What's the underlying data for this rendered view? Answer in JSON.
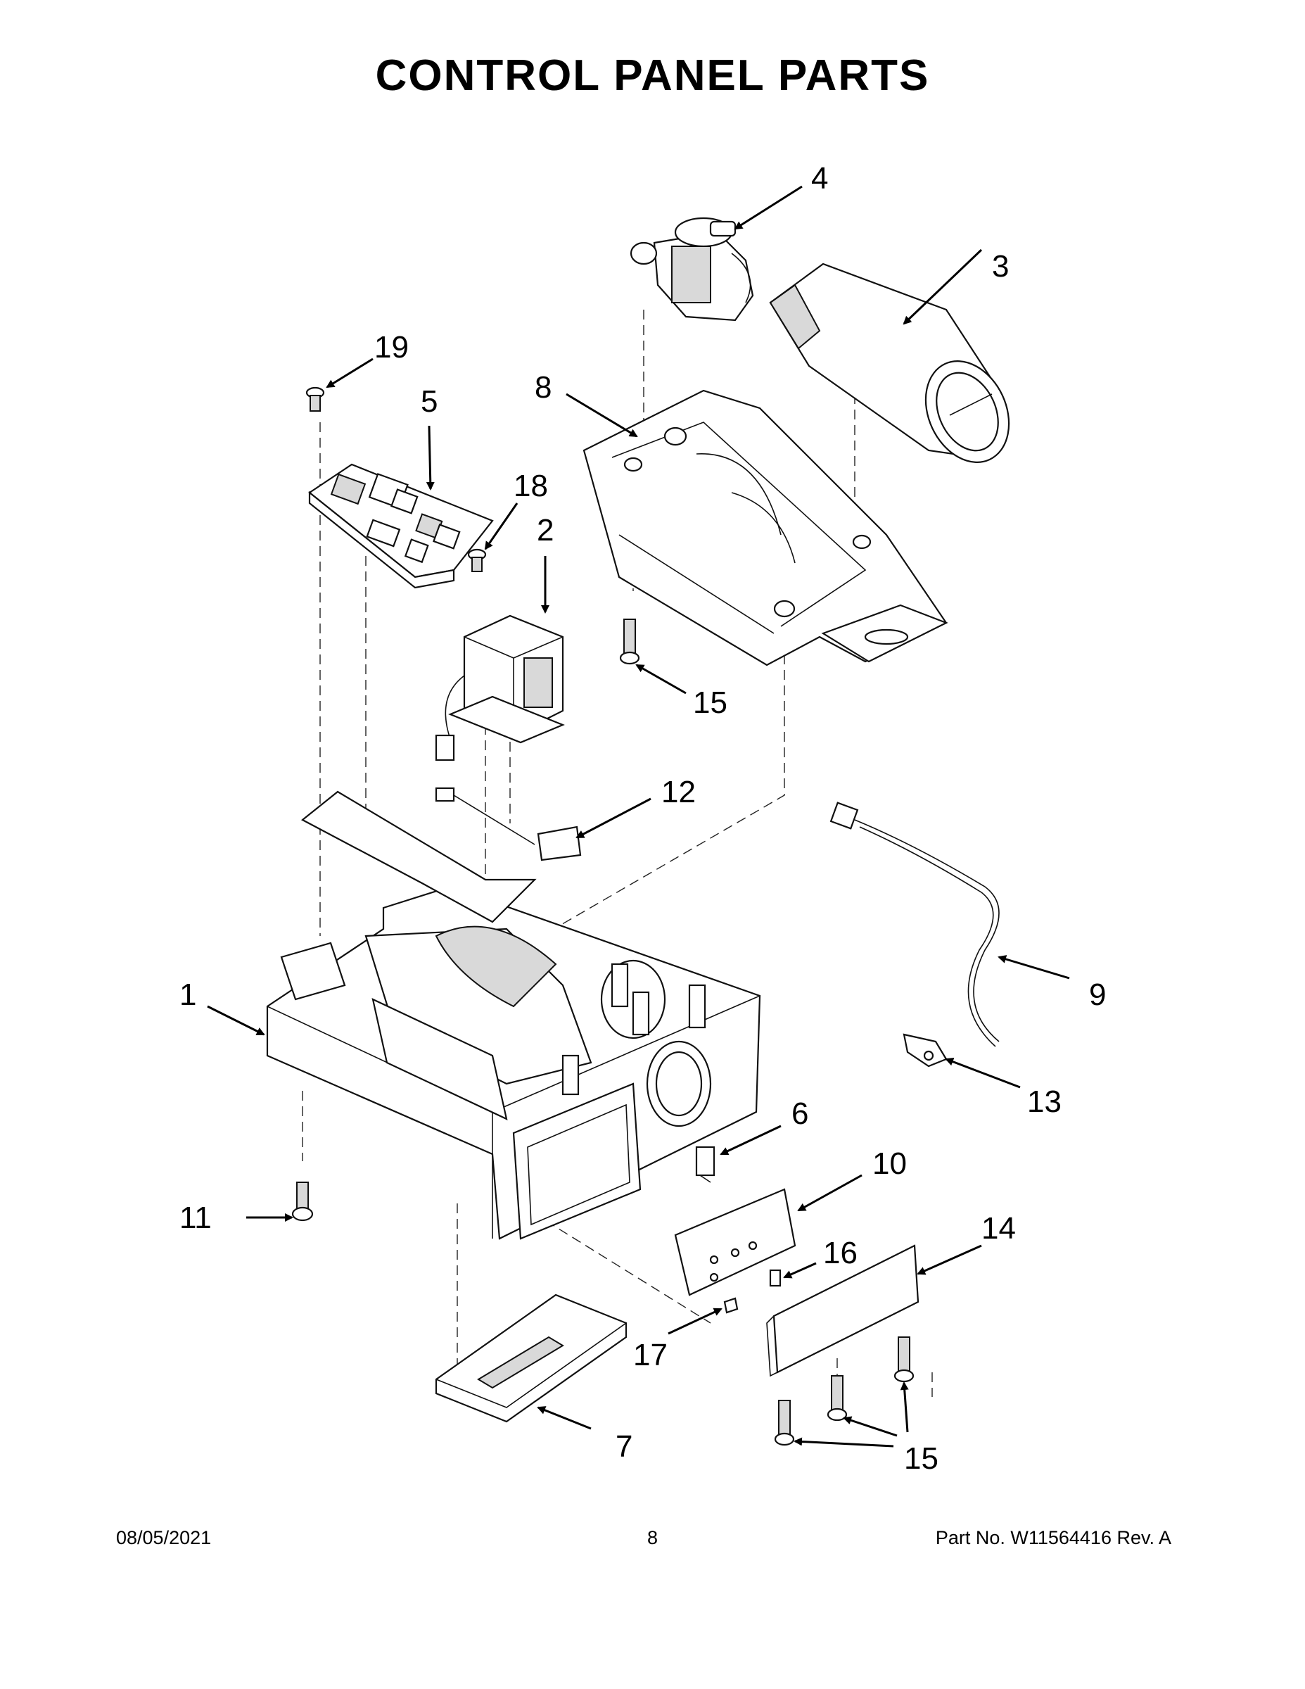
{
  "title": "CONTROL PANEL PARTS",
  "callouts": {
    "c1": "1",
    "c2": "2",
    "c3": "3",
    "c4": "4",
    "c5": "5",
    "c6": "6",
    "c7": "7",
    "c8": "8",
    "c9": "9",
    "c10": "10",
    "c11": "11",
    "c12": "12",
    "c13": "13",
    "c14": "14",
    "c15a": "15",
    "c15b": "15",
    "c16": "16",
    "c17": "17",
    "c18": "18",
    "c19": "19"
  },
  "footer": {
    "date": "08/05/2021",
    "page": "8",
    "part_no": "Part No.  W11564416  Rev.  A"
  }
}
